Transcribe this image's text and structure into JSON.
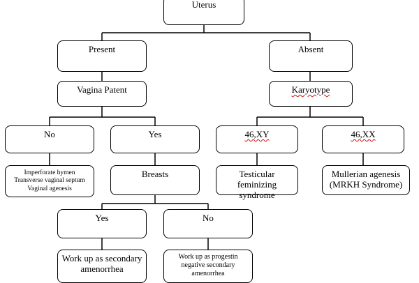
{
  "flowchart": {
    "root": "Uterus",
    "present": "Present",
    "absent": "Absent",
    "vagina_patent": "Vagina Patent",
    "karyotype": "Karyotype",
    "vagina_no": "No",
    "vagina_yes": "Yes",
    "vagina_no_causes": "Imperforate hymen\nTransverse vaginal septum\nVaginal agenesis",
    "breasts": "Breasts",
    "karyotype_xy": "46,XY",
    "karyotype_xx": "46,XX",
    "xy_result": "Testicular feminizing\nsyndrome",
    "xx_result": "Mullerian agenesis\n(MRKH Syndrome)",
    "breasts_yes": "Yes",
    "breasts_no": "No",
    "breasts_yes_result": "Work up as secondary\namenorrhea",
    "breasts_no_result": "Work up as progestin\nnegative secondary\namenorrhea"
  }
}
